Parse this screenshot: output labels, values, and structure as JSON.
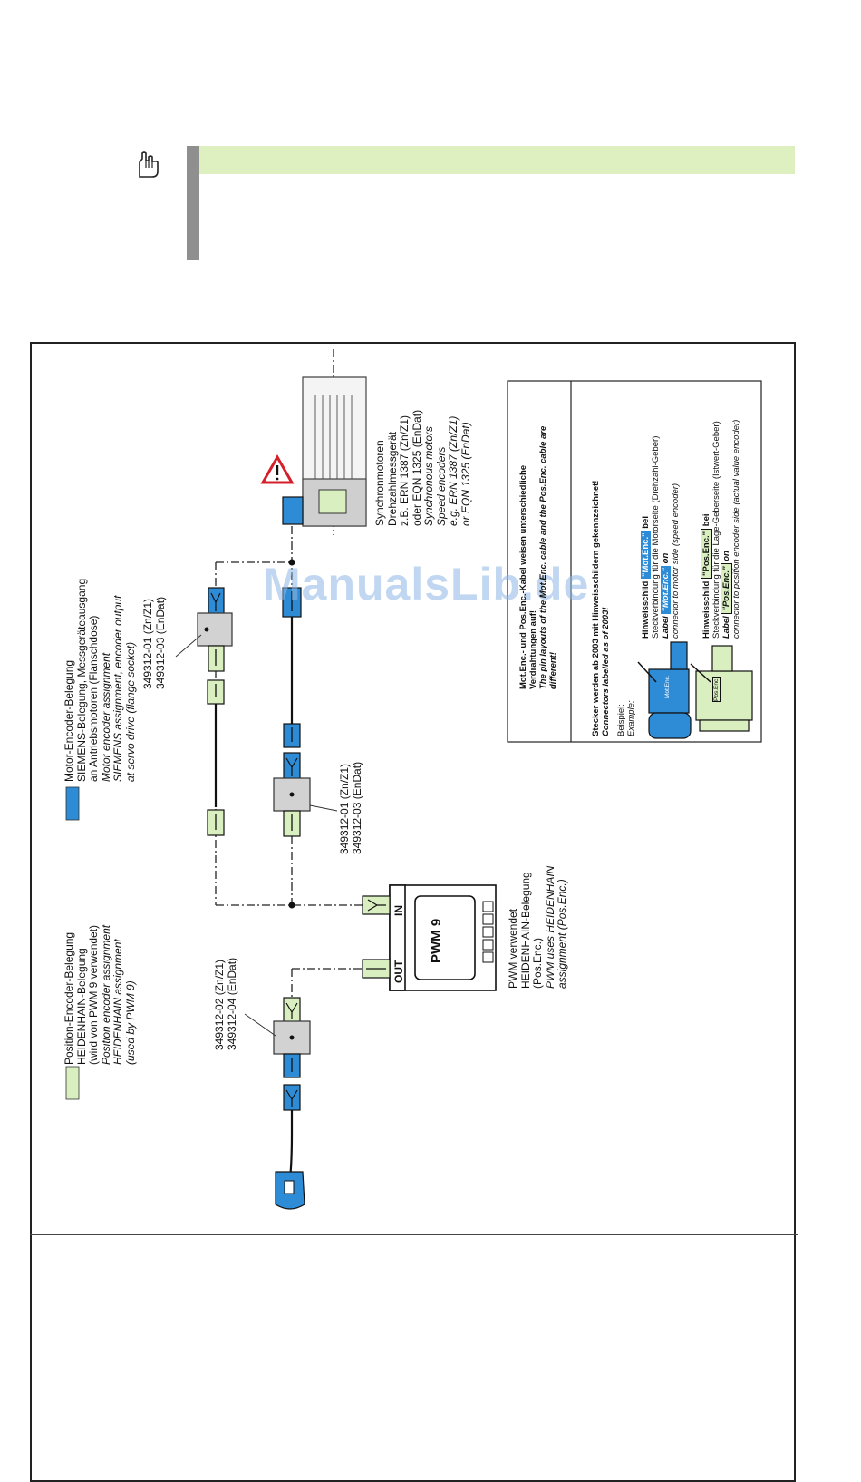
{
  "colors": {
    "note_background": "#dff0c0",
    "note_bar": "#8f8f8f",
    "motor_encoder": "#2e8bd6",
    "position_encoder": "#d9efc0",
    "warning": "#d4202a",
    "watermark": "#8fb8e6"
  },
  "note": {
    "icon": "pointing-hand-icon"
  },
  "watermark": "ManualsLib.de",
  "legend": {
    "motor": {
      "lines": [
        "Motor-Encoder-Belegung",
        "SIEMENS-Belegung, Messgeräteausgang",
        "an Antriebsmotoren (Flanschdose)"
      ],
      "lines_en": [
        "Motor encoder assignment",
        "SIEMENS assignment, encoder output",
        "at servo drive (flange socket)"
      ]
    },
    "position": {
      "lines": [
        "Position-Encoder-Belegung",
        "HEIDENHAIN-Belegung",
        "(wird von PWM 9 verwendet)"
      ],
      "lines_en": [
        "Position encoder assignment",
        "HEIDENHAIN assignment",
        "(used by PWM 9)"
      ]
    }
  },
  "cables": {
    "top": [
      "349312-01 (Zn/Z1)",
      "349312-03 (EnDat)"
    ],
    "middle": [
      "349312-01 (Zn/Z1)",
      "349312-03 (EnDat)"
    ],
    "left": [
      "349312-02 (Zn/Z1)",
      "349312-04 (EnDat)"
    ]
  },
  "pwm": {
    "label": "PWM 9",
    "out": "OUT",
    "in": "IN",
    "desc": [
      "PWM verwendet",
      "HEIDENHAIN-Belegung",
      "(Pos.Enc.)"
    ],
    "desc_en": [
      "PWM uses HEIDENHAIN",
      "assignment (Pos.Enc.)"
    ]
  },
  "motor": {
    "lines": [
      "Synchronmotoren",
      "Drehzahlmessgerät",
      "z.B. ERN 1387 (Zn/Z1)",
      "oder EQN 1325 (EnDat)"
    ],
    "lines_en": [
      "Synchronous motors",
      "Speed encoders",
      "e.g. ERN 1387 (Zn/Z1)",
      "or EQN 1325 (EnDat)"
    ]
  },
  "info": {
    "warning": [
      "Mot.Enc.- und Pos.Enc.-Kabel weisen unterschiedliche",
      "Verdrahtungen auf!"
    ],
    "warning_en": [
      "The pin layouts of the Mot.Enc. cable and the Pos.Enc. cable are",
      "different!"
    ],
    "heading": "Stecker werden ab 2003 mit Hinweisschildern gekennzeichnet!",
    "heading_en": "Connectors labelled as of 2003!",
    "example": "Beispiel:",
    "example_en": "Example:",
    "mot_hint": "Hinweisschild",
    "mot_tag": "\"Mot.Enc.\"",
    "mot_bei": "bei",
    "mot_desc": "Steckverbindung für die Motorseite (Drehzahl-Geber)",
    "mot_label": "Label",
    "mot_on": "on",
    "mot_desc_en": "connector to motor side (speed encoder)",
    "pos_hint": "Hinweisschild",
    "pos_tag": "\"Pos.Enc.\"",
    "pos_bei": "bei",
    "pos_desc": "Steckverbindung für die Lage-Geberseite (Istwert-Geber)",
    "pos_label": "Label",
    "pos_on": "on",
    "pos_desc_en": "connector to position encoder side (actual value encoder)",
    "plug_mot_tag": "Mot.Enc.",
    "plug_pos_tag": "Pos.Enc."
  }
}
